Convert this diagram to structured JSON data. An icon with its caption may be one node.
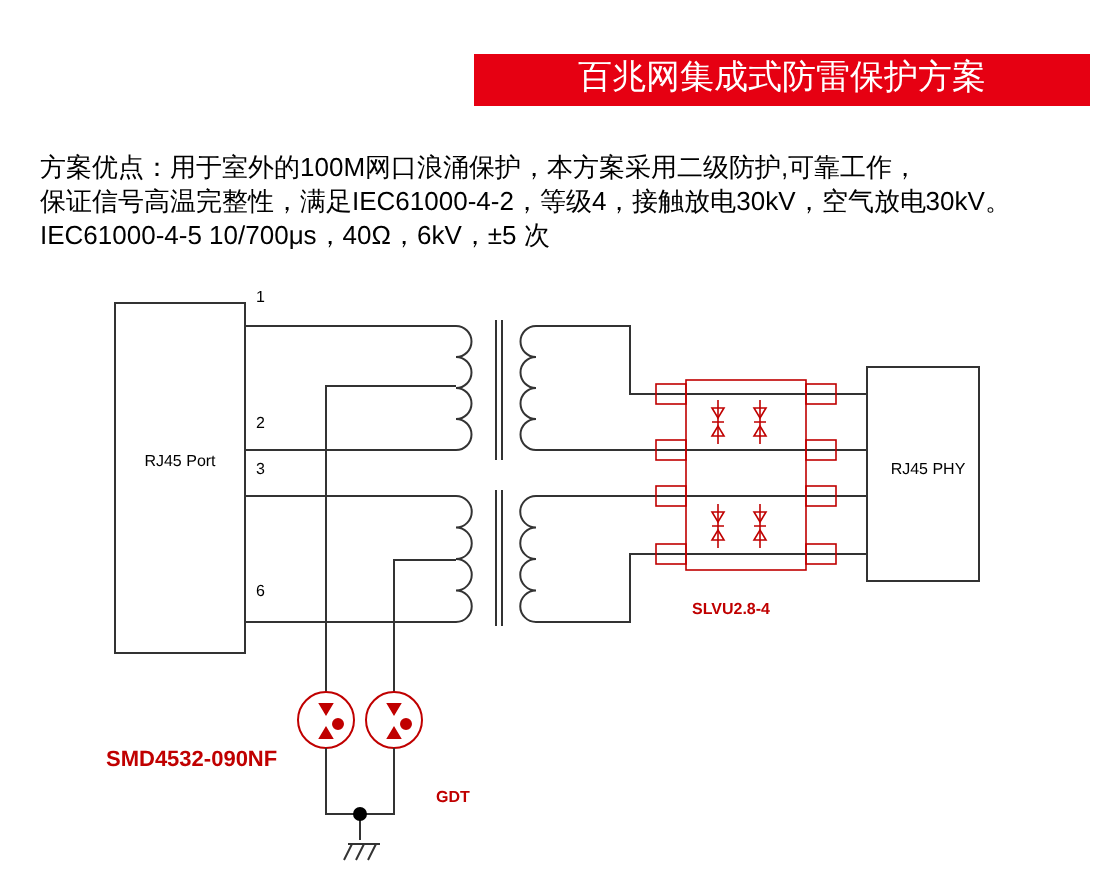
{
  "diagram": {
    "title": "百兆网集成式防雷保护方案",
    "nodes": [
      {
        "text": [
          "RJ45 Port"
        ]
      },
      {
        "text": [
          "RJ45 PHY"
        ]
      }
    ],
    "labels": [
      "方案优点：用于室外的100M网口浪涌保护，本方案采用二级防护,可靠工作，",
      "保证信号高温完整性，满足IEC61000-4-2，等级4，接触放电30kV，空气放电30kV。",
      "IEC61000-4-5  10/700μs，40Ω，6kV，±5 次",
      "1",
      "2",
      "3",
      "6",
      "SLVU2.8-4",
      "SMD4532-090NF",
      "GDT"
    ]
  }
}
